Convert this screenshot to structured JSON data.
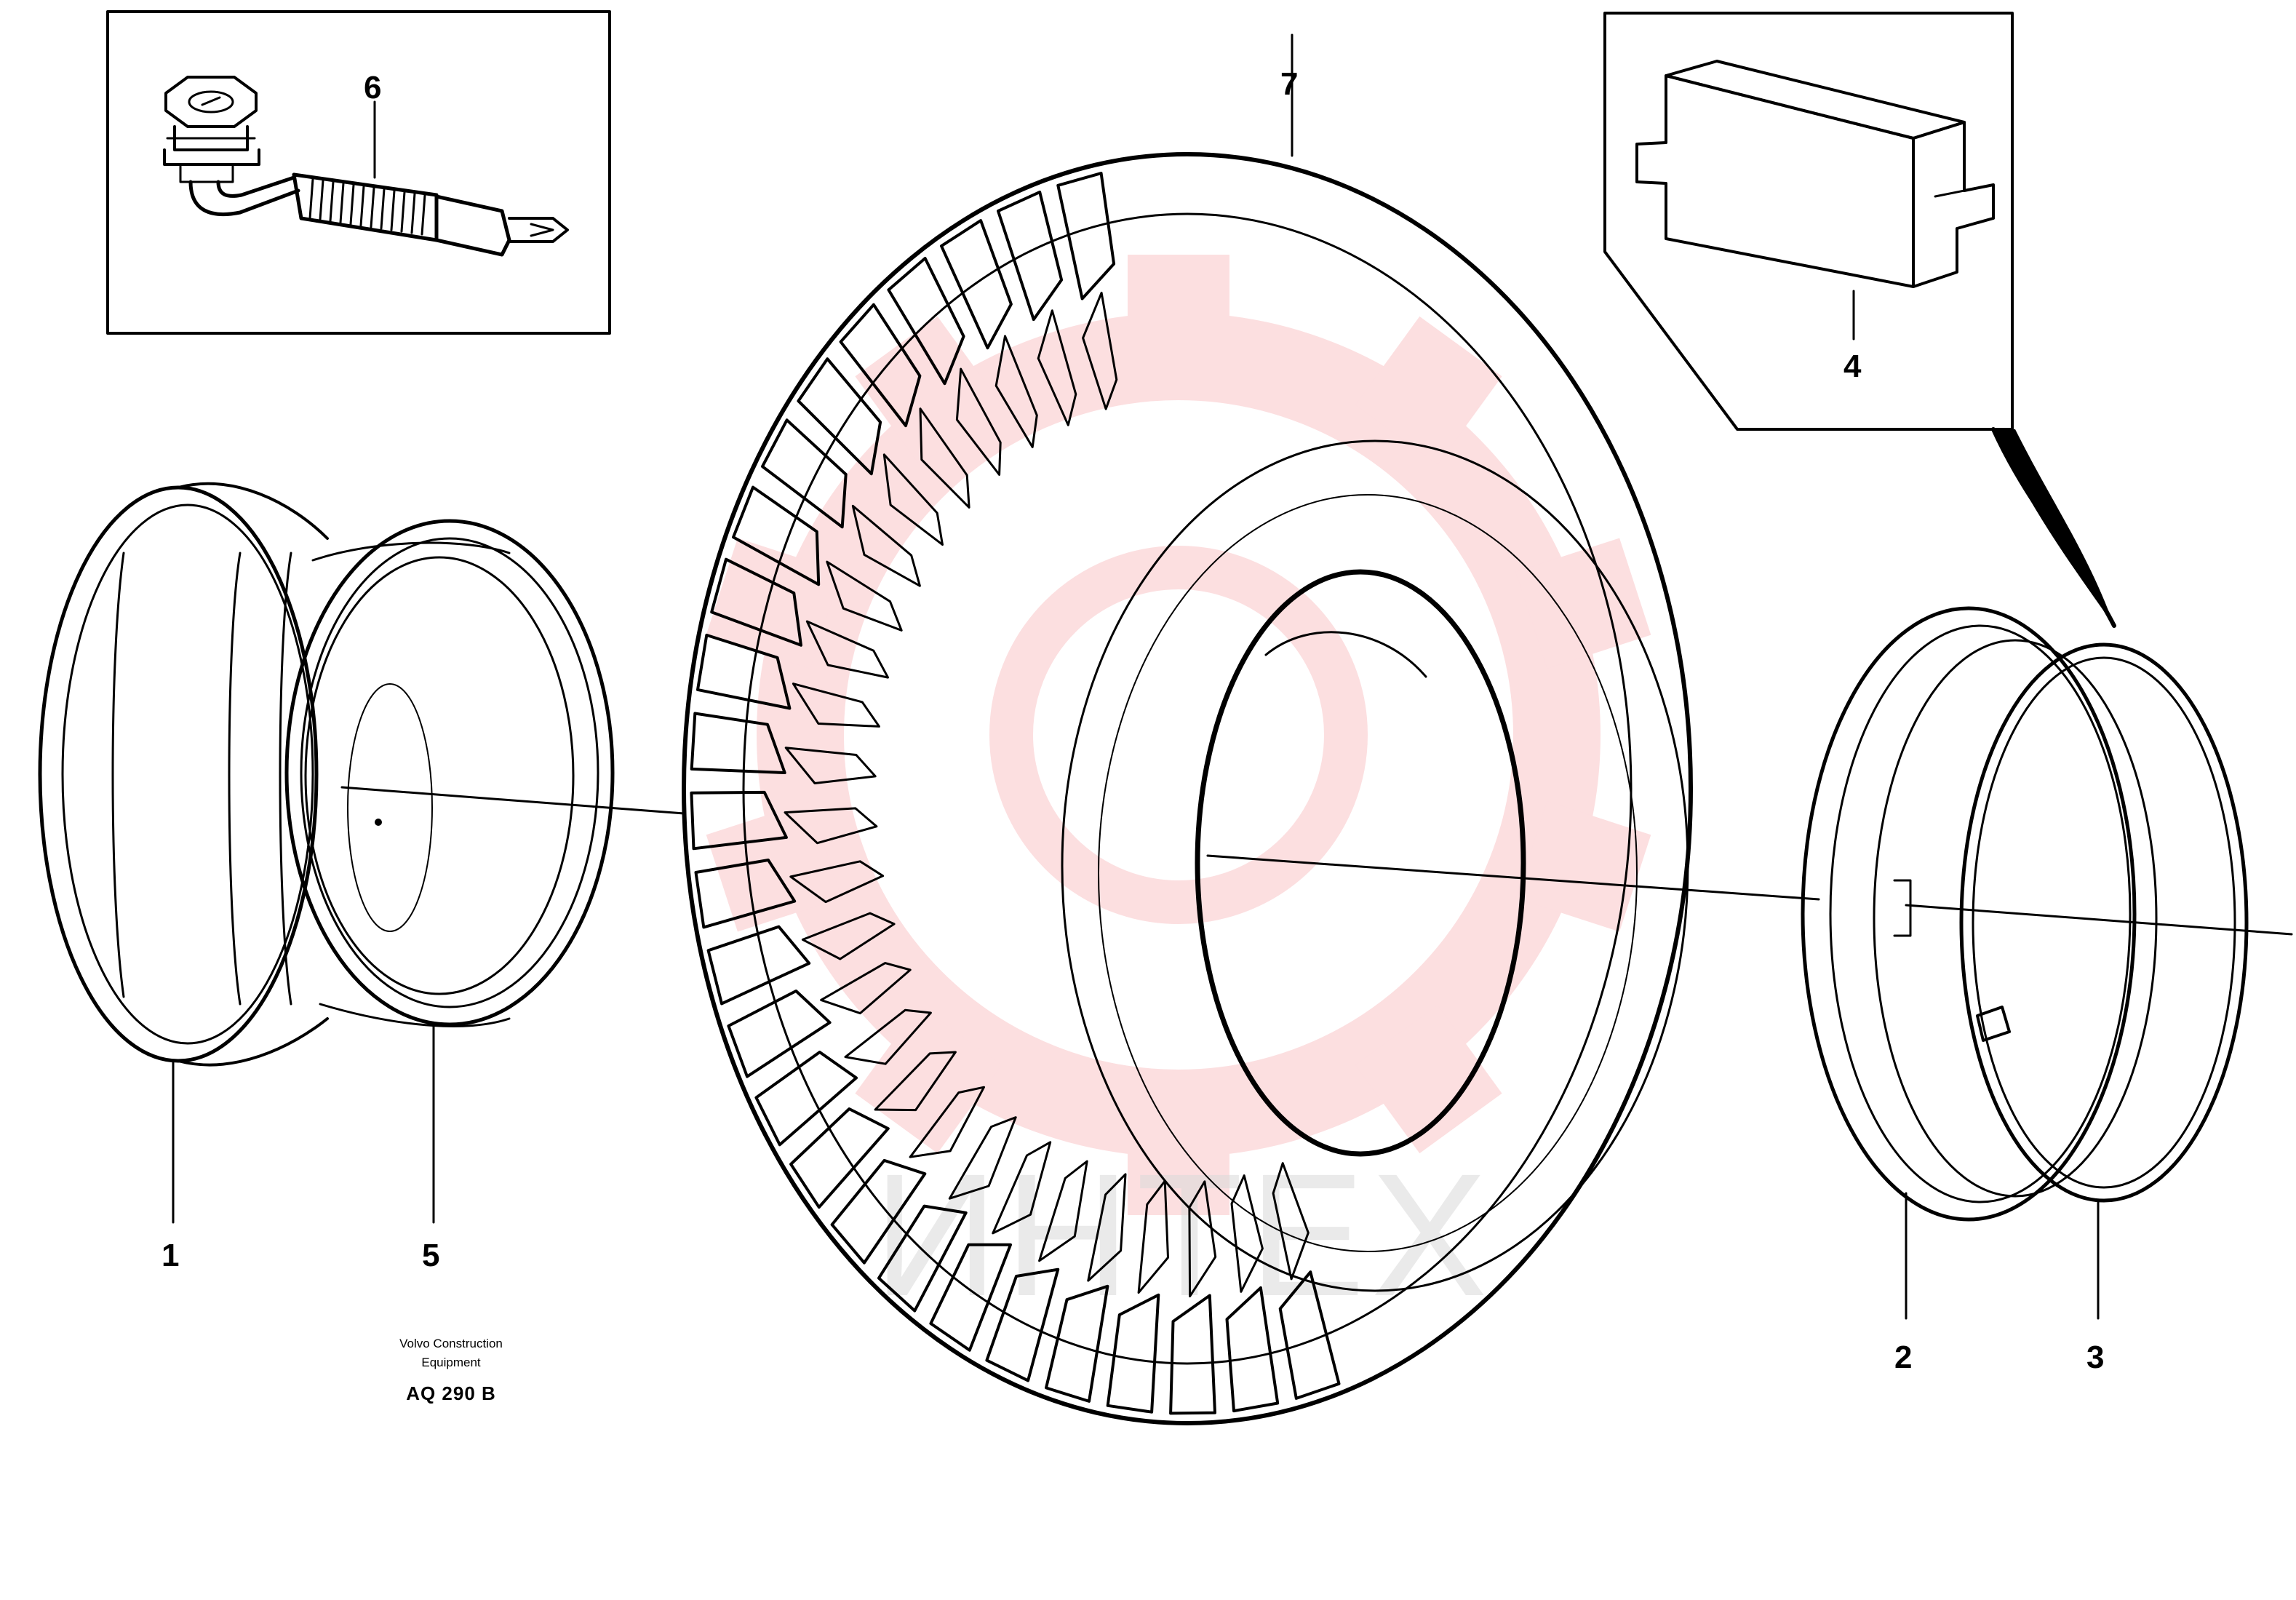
{
  "callouts": {
    "p1": "1",
    "p2": "2",
    "p3": "3",
    "p4": "4",
    "p5": "5",
    "p6": "6",
    "p7": "7"
  },
  "caption": {
    "line1": "Volvo Construction",
    "line2": "Equipment",
    "code": "AQ 290 B"
  },
  "watermark": {
    "text": "ИНТЕХ",
    "color": "#e8323c"
  }
}
